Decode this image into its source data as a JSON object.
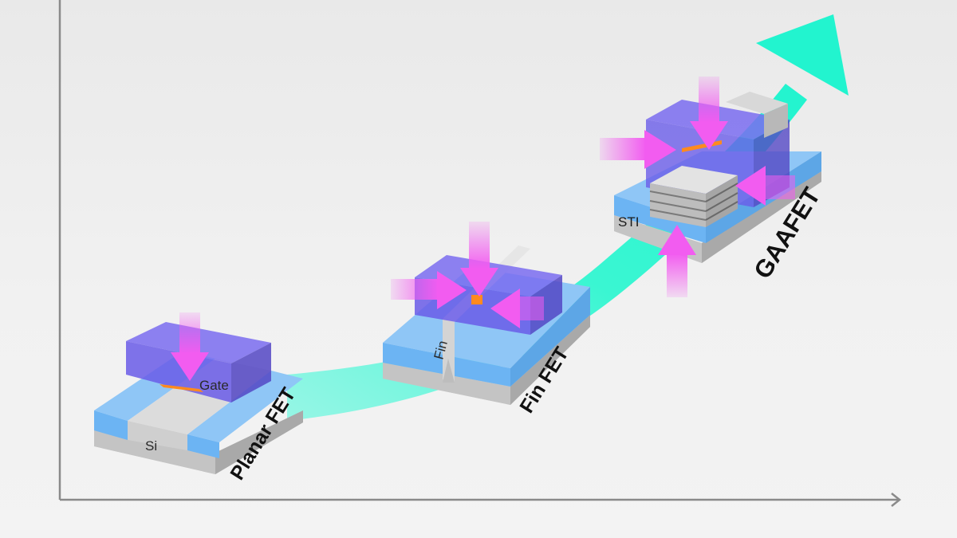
{
  "diagram": {
    "stages": [
      {
        "name": "Planar FET",
        "part_labels": [
          "Gate",
          "Si"
        ]
      },
      {
        "name": "Fin FET",
        "part_labels": [
          "Fin"
        ]
      },
      {
        "name": "GAAFET",
        "part_labels": [
          "STI"
        ]
      }
    ]
  },
  "colors": {
    "progress_arrow": "#2ef5cf",
    "gate": "#6a5ce8",
    "oxide": "#6cb4f3",
    "substrate": "#c9c9c9",
    "field_arrow": "#f25cf0",
    "channel": "#ff8a1f",
    "axis": "#8a8a8a"
  }
}
